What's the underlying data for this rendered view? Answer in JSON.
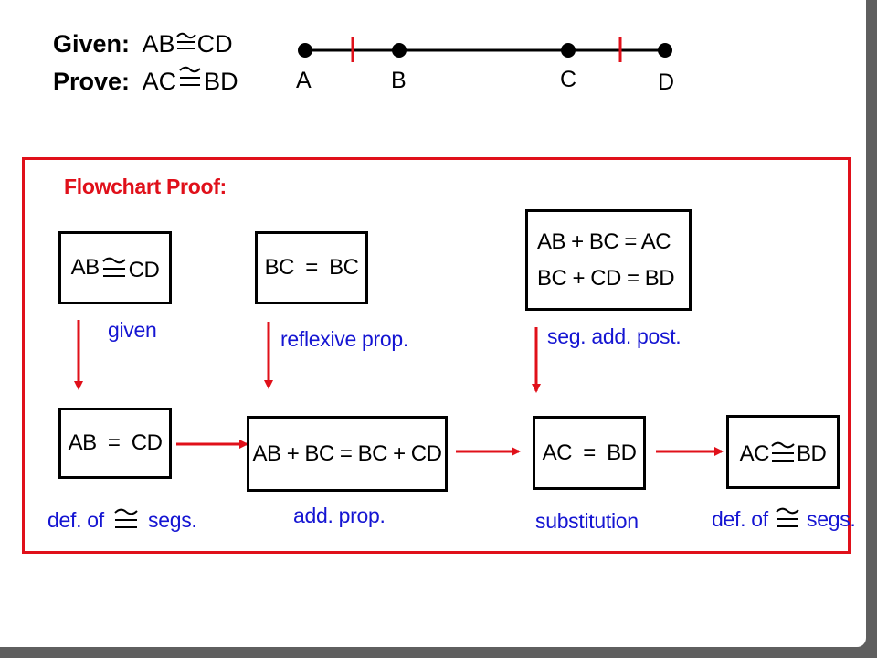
{
  "header": {
    "given_label": "Given:",
    "given_left": "AB",
    "given_right": "CD",
    "prove_label": "Prove:",
    "prove_left": "AC",
    "prove_right": "BD"
  },
  "number_line": {
    "points": [
      "A",
      "B",
      "C",
      "D"
    ]
  },
  "flowchart": {
    "title": "Flowchart Proof:",
    "row1": [
      {
        "statement_left": "AB",
        "statement_right": "CD",
        "reason": "given"
      },
      {
        "statement": "BC  =  BC",
        "reason": "reflexive prop."
      },
      {
        "line1": "AB + BC = AC",
        "line2": "BC + CD = BD",
        "reason": "seg. add. post."
      }
    ],
    "row2": [
      {
        "statement": "AB  =  CD",
        "reason_left": "def. of",
        "reason_right": "segs."
      },
      {
        "statement": "AB + BC = BC + CD",
        "reason": "add. prop."
      },
      {
        "statement": "AC  =  BD",
        "reason": "substitution"
      },
      {
        "statement_left": "AC",
        "statement_right": "BD",
        "reason_left": "def. of",
        "reason_right": "segs."
      }
    ]
  },
  "colors": {
    "accent_red": "#e0101a",
    "reason_blue": "#1515d2"
  }
}
